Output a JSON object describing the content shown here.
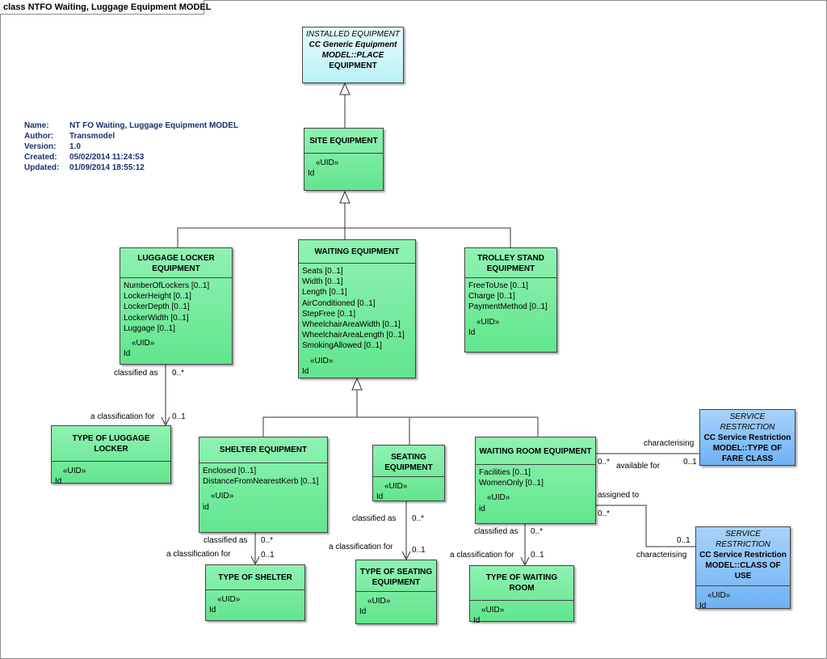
{
  "frame_title": "class NTFO Waiting, Luggage Equipment MODEL",
  "meta": {
    "rows": [
      {
        "key": "Name:",
        "value": "NT FO Waiting, Luggage Equipment MODEL"
      },
      {
        "key": "Author:",
        "value": "Transmodel"
      },
      {
        "key": "Version:",
        "value": "1.0"
      },
      {
        "key": "Created:",
        "value": "05/02/2014 11:24:53"
      },
      {
        "key": "Updated:",
        "value": "01/09/2014 18:55:12"
      }
    ]
  },
  "classes": {
    "installed": {
      "line1": "INSTALLED EQUIPMENT",
      "line2": "CC Generic Equipment",
      "line3": "MODEL::PLACE",
      "line4": "EQUIPMENT"
    },
    "site": {
      "title": "SITE EQUIPMENT",
      "uid": "«UID»",
      "id": "Id"
    },
    "luggage_locker": {
      "title1": "LUGGAGE LOCKER",
      "title2": "EQUIPMENT",
      "attrs": [
        "NumberOfLockers [0..1]",
        "LockerHeight [0..1]",
        "LockerDepth [0..1]",
        "LockerWidth [0..1]",
        "Luggage [0..1]"
      ],
      "uid": "«UID»",
      "id": "Id"
    },
    "waiting": {
      "title": "WAITING EQUIPMENT",
      "attrs": [
        "Seats [0..1]",
        "Width [0..1]",
        "Length [0..1]",
        "AirConditioned [0..1]",
        "StepFree [0..1]",
        "WheelchairAreaWidth [0..1]",
        "WheelchairAreaLength [0..1]",
        "SmokingAllowed [0..1]"
      ],
      "uid": "«UID»",
      "id": "Id"
    },
    "trolley": {
      "title1": "TROLLEY STAND",
      "title2": "EQUIPMENT",
      "attrs": [
        "FreeToUse [0..1]",
        "Charge [0..1]",
        "PaymentMethod [0..1]"
      ],
      "uid": "«UID»",
      "id": "Id"
    },
    "type_luggage": {
      "title": "TYPE OF LUGGAGE LOCKER",
      "uid": "«UID»",
      "id": "Id"
    },
    "shelter": {
      "title": "SHELTER EQUIPMENT",
      "attrs": [
        "Enclosed [0..1]",
        "DistanceFromNearestKerb [0..1]"
      ],
      "uid": "«UID»",
      "id": "id"
    },
    "seating": {
      "title1": "SEATING",
      "title2": "EQUIPMENT",
      "uid": "«UID»",
      "id": "Id"
    },
    "waiting_room": {
      "title": "WAITING ROOM EQUIPMENT",
      "attrs": [
        "Facilities [0..1]",
        "WomenOnly [0..1]"
      ],
      "uid": "«UID»",
      "id": "id"
    },
    "svc_fare": {
      "line1": "SERVICE RESTRICTION",
      "line2": "CC Service Restriction",
      "line3": "MODEL::TYPE OF",
      "line4": "FARE CLASS"
    },
    "svc_class": {
      "line1": "SERVICE RESTRICTION",
      "line2": "CC Service Restriction",
      "line3": "MODEL::CLASS OF",
      "line4": "USE",
      "uid": "«UID»",
      "id": "Id"
    },
    "type_shelter": {
      "title": "TYPE OF SHELTER",
      "uid": "«UID»",
      "id": "Id"
    },
    "type_seating": {
      "title1": "TYPE OF SEATING",
      "title2": "EQUIPMENT",
      "uid": "«UID»",
      "id": "Id"
    },
    "type_waiting_room": {
      "title": "TYPE OF WAITING ROOM",
      "uid": "«UID»",
      "id": "Id"
    }
  },
  "labels": {
    "luggage_classified_as": "classified as",
    "luggage_mult_src": "0..*",
    "luggage_a_classification_for": "a classification for",
    "luggage_mult_tgt": "0..1",
    "shelter_classified_as": "classified as",
    "shelter_mult_src": "0..*",
    "shelter_a_classification_for": "a classification for",
    "shelter_mult_tgt": "0..1",
    "seating_classified_as": "classified as",
    "seating_mult_src": "0..*",
    "seating_a_classification_for": "a classification for",
    "seating_mult_tgt": "0..1",
    "room_classified_as": "classified as",
    "room_mult_src": "0..*",
    "room_a_classification_for": "a classification for",
    "room_mult_tgt": "0..1",
    "fare_characterising": "characterising",
    "fare_mult_src": "0..*",
    "fare_available_for": "available for",
    "fare_mult_tgt": "0..1",
    "class_assigned_to": "assigned to",
    "class_mult_src": "0..*",
    "class_mult_tgt": "0..1",
    "class_characterising": "characterising"
  }
}
